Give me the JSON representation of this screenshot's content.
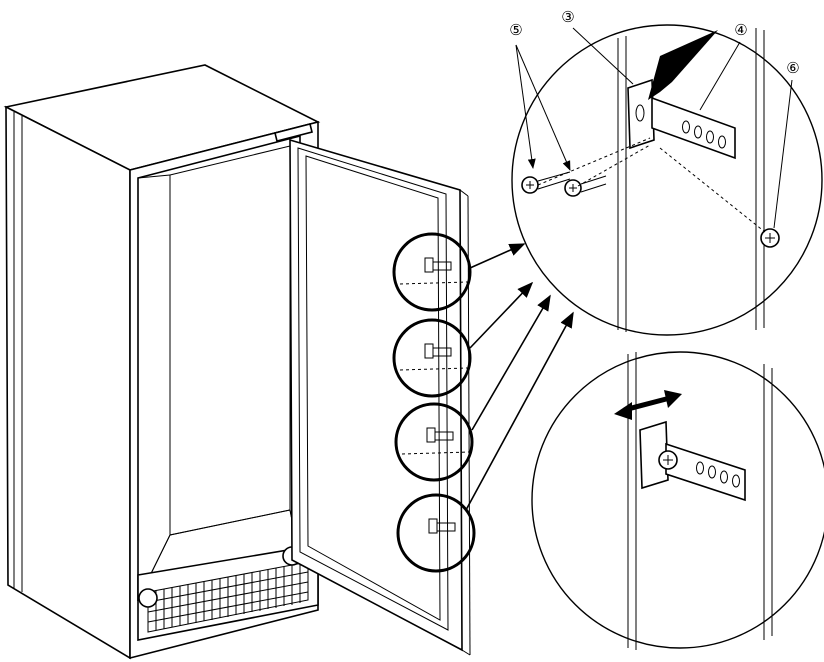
{
  "callouts": {
    "c3": "③",
    "c4": "④",
    "c5": "⑤",
    "c6": "⑥"
  },
  "colors": {
    "line": "#000000",
    "background": "#ffffff"
  }
}
